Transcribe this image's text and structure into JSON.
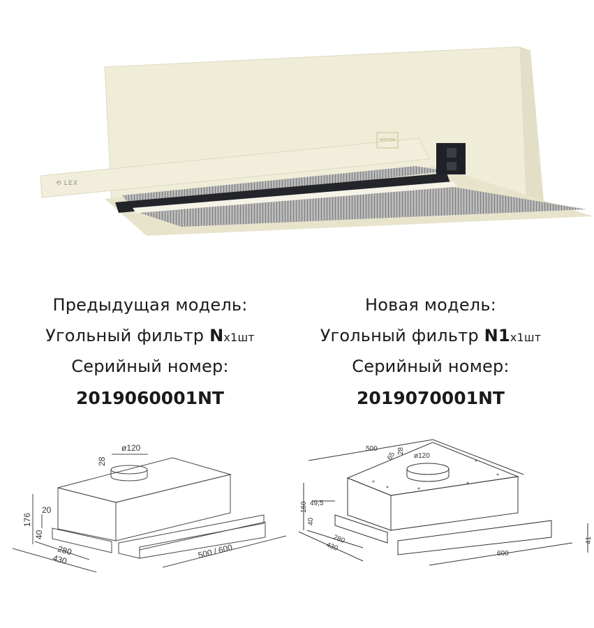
{
  "product_photo": {
    "logo": "LEX",
    "badge": "RUSTICA",
    "colors": {
      "body": "#efecd8",
      "switch_panel": "#1e2128",
      "filter": "#8c8c8c"
    }
  },
  "previous": {
    "heading": "Предыдущая модель:",
    "filter_label": "Угольный фильтр",
    "filter_model": "N",
    "filter_qty": "x1",
    "filter_unit": "шт",
    "serial_label": "Серийный номер:",
    "serial": "2019060001NT"
  },
  "new": {
    "heading": "Новая модель:",
    "filter_label": "Угольный фильтр",
    "filter_model": "N1",
    "filter_qty": "x1",
    "filter_unit": "шт",
    "serial_label": "Серийный номер:",
    "serial": "2019070001NT"
  },
  "drawing_old": {
    "diameter": "ø120",
    "d28": "28",
    "d176": "176",
    "d20": "20",
    "d40": "40",
    "d280": "280",
    "d430": "430",
    "width": "500 / 600"
  },
  "drawing_new": {
    "d500": "500",
    "d65": "65",
    "d28": "28",
    "diameter": "ø120",
    "d160": "160",
    "d49": "49,5",
    "d40": "40",
    "d280": "280",
    "d430": "430",
    "d600": "600",
    "d41": "41"
  }
}
